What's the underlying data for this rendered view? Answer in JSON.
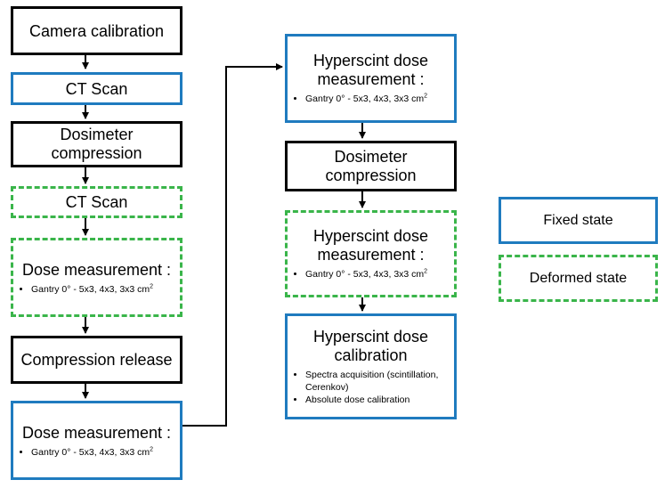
{
  "left_column": {
    "camera_calibration": "Camera calibration",
    "ct_scan_1": "CT Scan",
    "dosimeter_compression": "Dosimeter compression",
    "ct_scan_2": "CT Scan",
    "dose_measurement_deformed": {
      "title": "Dose measurement :",
      "bullets": [
        "Gantry 0° - 5x3, 4x3, 3x3 cm"
      ]
    },
    "compression_release": "Compression release",
    "dose_measurement_fixed": {
      "title": "Dose measurement :",
      "bullets": [
        "Gantry 0° - 5x3, 4x3, 3x3 cm"
      ]
    }
  },
  "right_column": {
    "hyperscint_fixed": {
      "title": "Hyperscint dose measurement :",
      "bullets": [
        "Gantry 0° - 5x3, 4x3, 3x3 cm"
      ]
    },
    "dosimeter_compression": "Dosimeter compression",
    "hyperscint_deformed": {
      "title": "Hyperscint dose measurement :",
      "bullets": [
        "Gantry 0° - 5x3, 4x3, 3x3 cm"
      ]
    },
    "hyperscint_calibration": {
      "title": "Hyperscint dose calibration",
      "bullets": [
        "Spectra acquisition (scintillation, Cerenkov)",
        "Absolute dose calibration"
      ]
    }
  },
  "legend": {
    "fixed": "Fixed state",
    "deformed": "Deformed state"
  },
  "unit_superscript": "2",
  "colors": {
    "fixed_border": "#1f7bbf",
    "deformed_border": "#3ab54a",
    "neutral_border": "#000000"
  }
}
